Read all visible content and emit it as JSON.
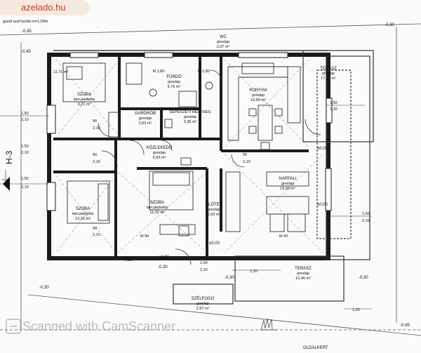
{
  "watermark": {
    "site": "azelado.hu",
    "scanner": "Scanned with CamScanner"
  },
  "header": {
    "scale_note": "gyedi acél korlát m=1,00m"
  },
  "section_marker": "H-3",
  "bottom_label": "OLDALKERT",
  "rooms": [
    {
      "id": "wc",
      "name": "WC",
      "finish": "greslap",
      "area": "2,07 m²"
    },
    {
      "id": "furdo",
      "name": "FÜRDŐ",
      "finish": "greslap",
      "area": "5,76 m²",
      "height": "M 1,80"
    },
    {
      "id": "konyha",
      "name": "KONYHA",
      "finish": "greslap",
      "area": "10,99 m²"
    },
    {
      "id": "terasz_top",
      "name": "TERASZ",
      "finish": "greslap",
      "area": "17,79 m²"
    },
    {
      "id": "szoba_a",
      "name": "SZOBA",
      "finish": "lam.parketta",
      "area": "9,21 m²"
    },
    {
      "id": "gardrob",
      "name": "GARDRÓB",
      "finish": "greslap",
      "area": "2,63 m²"
    },
    {
      "id": "gepeszeti",
      "name": "GÉPÉSZETI HELYISÉG",
      "finish": "greslap",
      "area": "3,36 m²"
    },
    {
      "id": "kozlekedo",
      "name": "KÖZLEKEDŐ",
      "finish": "greslap",
      "area": "5,93 m²"
    },
    {
      "id": "szoba_b",
      "name": "SZOBA",
      "finish": "lam.parketta",
      "area": "12,16 m²"
    },
    {
      "id": "szoba_c",
      "name": "SZOBA",
      "finish": "lam.parketta",
      "area": "11,32 m²"
    },
    {
      "id": "eloter",
      "name": "ELŐTÉR",
      "finish": "greslap",
      "area": "6,00 m²"
    },
    {
      "id": "nappali",
      "name": "NAPPALI",
      "finish": "greslap",
      "area": "19,56 m²"
    },
    {
      "id": "terasz_bottom",
      "name": "TERASZ",
      "finish": "greslap",
      "area": "10,46 m²"
    },
    {
      "id": "szelfogo",
      "name": "SZÉLFOGÓ",
      "finish": "greslap",
      "area": "2,97 m²"
    }
  ],
  "level_marks": [
    {
      "id": "lv_tl",
      "text": "-0,45"
    },
    {
      "id": "lv_tr",
      "text": "-0,30"
    },
    {
      "id": "lv_l",
      "text": "-0,45"
    },
    {
      "id": "lv_l2",
      "text": "-0,30"
    },
    {
      "id": "lv_r1",
      "text": "±0,00"
    },
    {
      "id": "lv_r2",
      "text": "±0,00"
    },
    {
      "id": "lv_c1",
      "text": "±0,00"
    },
    {
      "id": "lv_c2",
      "text": "±0,00"
    },
    {
      "id": "lv_b1",
      "text": "-0,30"
    },
    {
      "id": "lv_b2",
      "text": "-0,30"
    },
    {
      "id": "lv_b3",
      "text": "-0,30"
    },
    {
      "id": "lv_br",
      "text": "-0,45"
    },
    {
      "id": "lv_mid",
      "text": "-0,30"
    }
  ],
  "dimensions": [
    {
      "id": "d1",
      "text": "1,50"
    },
    {
      "id": "d2",
      "text": "2,10"
    },
    {
      "id": "d3",
      "text": "1,50"
    },
    {
      "id": "d4",
      "text": "2,10"
    },
    {
      "id": "d5",
      "text": "1,50"
    },
    {
      "id": "d6",
      "text": "1,20"
    },
    {
      "id": "d7",
      "text": "1,50"
    },
    {
      "id": "d8",
      "text": "2,10"
    },
    {
      "id": "d9",
      "text": "90"
    },
    {
      "id": "d10",
      "text": "2,10"
    },
    {
      "id": "d11",
      "text": "90"
    },
    {
      "id": "d12",
      "text": "2,10"
    },
    {
      "id": "d13",
      "text": "90"
    },
    {
      "id": "d14",
      "text": "2,10"
    },
    {
      "id": "d15",
      "text": "1,50"
    },
    {
      "id": "d16",
      "text": "2,10"
    },
    {
      "id": "d17",
      "text": "1,20"
    },
    {
      "id": "d18",
      "text": "1,20"
    },
    {
      "id": "d19",
      "text": "M 90"
    },
    {
      "id": "d20",
      "text": "M 90"
    },
    {
      "id": "d21",
      "text": "M 1,80"
    },
    {
      "id": "d22",
      "text": "1,50"
    },
    {
      "id": "d23",
      "text": "2,10"
    },
    {
      "id": "d24",
      "text": "11,71 m²"
    },
    {
      "id": "d25",
      "text": "90"
    },
    {
      "id": "d26",
      "text": "2,10"
    }
  ],
  "colors": {
    "wall": "#1a1a1a",
    "line": "#333333",
    "watermark_red": "#c03a2b"
  }
}
